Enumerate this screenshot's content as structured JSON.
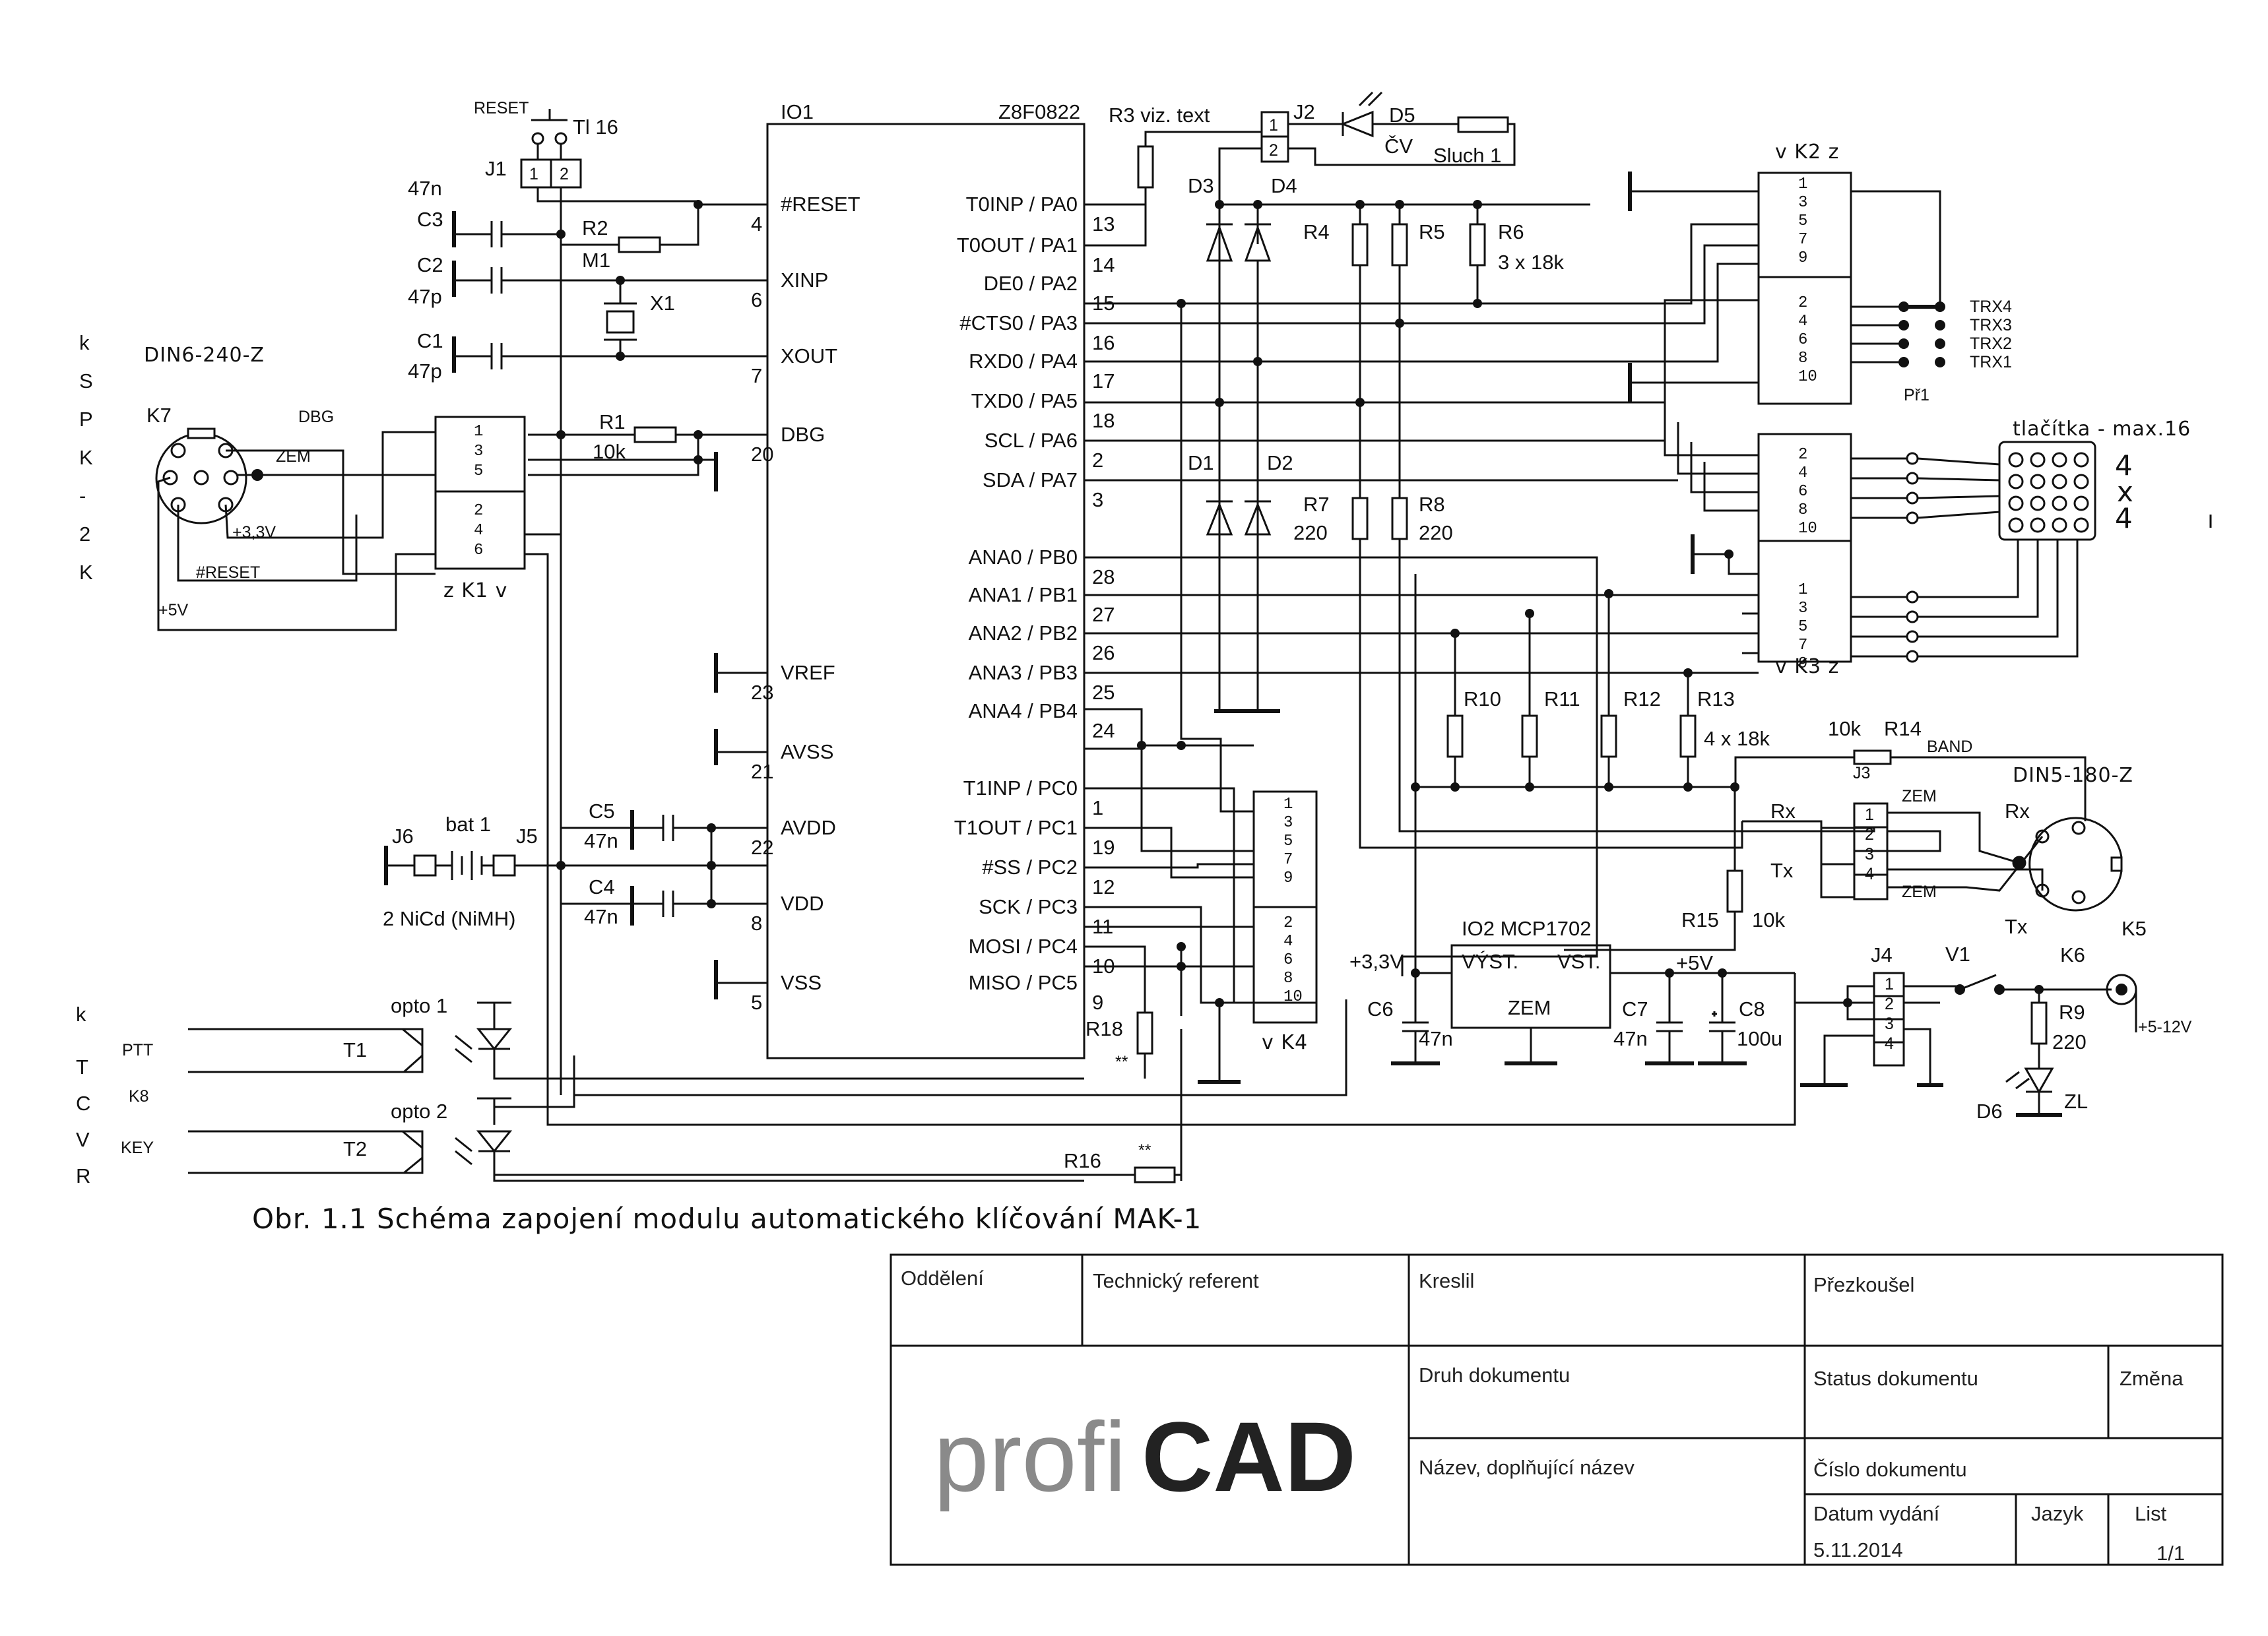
{
  "caption": "Obr. 1.1  Schéma zapojení modulu automatického klíčování MAK-1",
  "ic1": {
    "ref": "IO1",
    "part": "Z8F0822",
    "left_pins": [
      {
        "name": "#RESET",
        "num": "4"
      },
      {
        "name": "XINP",
        "num": "6"
      },
      {
        "name": "XOUT",
        "num": "7"
      },
      {
        "name": "DBG",
        "num": "20"
      },
      {
        "name": "VREF",
        "num": "23"
      },
      {
        "name": "AVSS",
        "num": "21"
      },
      {
        "name": "AVDD",
        "num": "22"
      },
      {
        "name": "VDD",
        "num": "8"
      },
      {
        "name": "VSS",
        "num": "5"
      }
    ],
    "right_pins": [
      {
        "name": "T0INP / PA0",
        "num": "13"
      },
      {
        "name": "T0OUT / PA1",
        "num": "14"
      },
      {
        "name": "DE0 / PA2",
        "num": "15"
      },
      {
        "name": "#CTS0 / PA3",
        "num": "16"
      },
      {
        "name": "RXD0 / PA4",
        "num": "17"
      },
      {
        "name": "TXD0 / PA5",
        "num": "18"
      },
      {
        "name": "SCL / PA6",
        "num": "2"
      },
      {
        "name": "SDA / PA7",
        "num": "3"
      },
      {
        "name": "ANA0 / PB0",
        "num": "28"
      },
      {
        "name": "ANA1 / PB1",
        "num": "27"
      },
      {
        "name": "ANA2 / PB2",
        "num": "26"
      },
      {
        "name": "ANA3 / PB3",
        "num": "25"
      },
      {
        "name": "ANA4 / PB4",
        "num": "24"
      },
      {
        "name": "T1INP / PC0",
        "num": "1"
      },
      {
        "name": "T1OUT / PC1",
        "num": "19"
      },
      {
        "name": "#SS / PC2",
        "num": "12"
      },
      {
        "name": "SCK / PC3",
        "num": "11"
      },
      {
        "name": "MOSI / PC4",
        "num": "10"
      },
      {
        "name": "MISO / PC5",
        "num": "9"
      }
    ]
  },
  "labels": {
    "reset": "RESET",
    "tl16": "Tl 16",
    "j1": "J1",
    "j1_pins": [
      "1",
      "2"
    ],
    "c3_val": "47n",
    "c3": "C3",
    "c2": "C2",
    "c2_val": "47p",
    "c1": "C1",
    "c1_val": "47p",
    "r2": "R2",
    "m1": "M1",
    "x1": "X1",
    "r1": "R1",
    "r1_val": "10k",
    "k_left": [
      "k",
      "S",
      "P",
      "K",
      "-",
      "2",
      "K"
    ],
    "din6": "DIN6-240-Z",
    "k7": "K7",
    "dbg": "DBG",
    "zem": "ZEM",
    "v33": "+3,3V",
    "nreset": "#RESET",
    "v5": "+5V",
    "k1_pins_top": [
      "1",
      "3",
      "5"
    ],
    "k1_pins_bot": [
      "2",
      "4",
      "6"
    ],
    "k1": "z K1 v",
    "c5": "C5",
    "c5_val": "47n",
    "c4": "C4",
    "c4_val": "47n",
    "j6": "J6",
    "bat1": "bat 1",
    "j5": "J5",
    "nicd": "2 NiCd (NiMH)",
    "k_tcvr": [
      "k",
      "T",
      "C",
      "V",
      "R"
    ],
    "ptt": "PTT",
    "k8": "K8",
    "key": "KEY",
    "opto1": "opto 1",
    "opto2": "opto 2",
    "t1": "T1",
    "t2": "T2",
    "r3": "R3 viz. text",
    "j2": "J2",
    "j2_pins": [
      "1",
      "2"
    ],
    "d5": "D5",
    "cv": "ČV",
    "sluch": "Sluch 1",
    "d3": "D3",
    "d4": "D4",
    "d1": "D1",
    "d2": "D2",
    "r4": "R4",
    "r5": "R5",
    "r6": "R6",
    "r6_val": "3 x 18k",
    "r7": "R7",
    "r7_val": "220",
    "r8": "R8",
    "r8_val": "220",
    "r10": "R10",
    "r11": "R11",
    "r12": "R12",
    "r13": "R13",
    "r13_val": "4 x 18k",
    "k2": "v K2 z",
    "k2_odd": [
      "1",
      "3",
      "5",
      "7",
      "9"
    ],
    "k2_even": [
      "2",
      "4",
      "6",
      "8",
      "10"
    ],
    "trx": [
      "TRX4",
      "TRX3",
      "TRX2",
      "TRX1"
    ],
    "pr1": "Př1",
    "k3": "v K3 z",
    "k3_even": [
      "2",
      "4",
      "6",
      "8",
      "10"
    ],
    "k3_odd": [
      "1",
      "3",
      "5",
      "7",
      "9"
    ],
    "tlacitka": "tlačítka - max.16",
    "matrix": [
      "4",
      "x",
      "4"
    ],
    "r14_val": "10k",
    "r14": "R14",
    "band": "BAND",
    "j3": "J3",
    "j3_pins": [
      "1",
      "2",
      "3",
      "4"
    ],
    "zem_a": "ZEM",
    "zem_b": "ZEM",
    "rx_a": "Rx",
    "tx_a": "Tx",
    "rx_b": "Rx",
    "tx_b": "Tx",
    "din5": "DIN5-180-Z",
    "k5": "K5",
    "r15": "R15",
    "r15_val": "10k",
    "k4_odd": [
      "1",
      "3",
      "5",
      "7",
      "9"
    ],
    "k4_even": [
      "2",
      "4",
      "6",
      "8",
      "10"
    ],
    "k4": "v K4",
    "r18": "R18",
    "r18_star": "**",
    "r16": "R16",
    "r16_star": "**",
    "v33b": "+3,3V",
    "io2": "IO2  MCP1702",
    "vyst": "VÝST.",
    "vst": "VST.",
    "zem_reg": "ZEM",
    "c6": "C6",
    "c6_val": "47n",
    "c7": "C7",
    "c7_val": "47n",
    "c8": "C8",
    "c8_val": "100u",
    "v5b": "+5V",
    "j4": "J4",
    "j4_pins": [
      "1",
      "2",
      "3",
      "4"
    ],
    "v1": "V1",
    "k6": "K6",
    "r9": "R9",
    "r9_val": "220",
    "v512": "+5-12V",
    "d6": "D6",
    "zl": "ZL"
  },
  "title_block": {
    "oddeleni": "Oddělení",
    "technicky_referent": "Technický referent",
    "kreslil": "Kreslil",
    "prezkousel": "Přezkoušel",
    "druh_dokumentu": "Druh dokumentu",
    "status_dokumentu": "Status dokumentu",
    "zmena": "Změna",
    "nazev": "Název, doplňující název",
    "cislo_dokumentu": "Číslo dokumentu",
    "datum_vydani": "Datum vydání",
    "datum_value": "5.11.2014",
    "jazyk": "Jazyk",
    "list": "List",
    "list_value": "1/1",
    "logo_left": "profi",
    "logo_right": "CAD"
  }
}
